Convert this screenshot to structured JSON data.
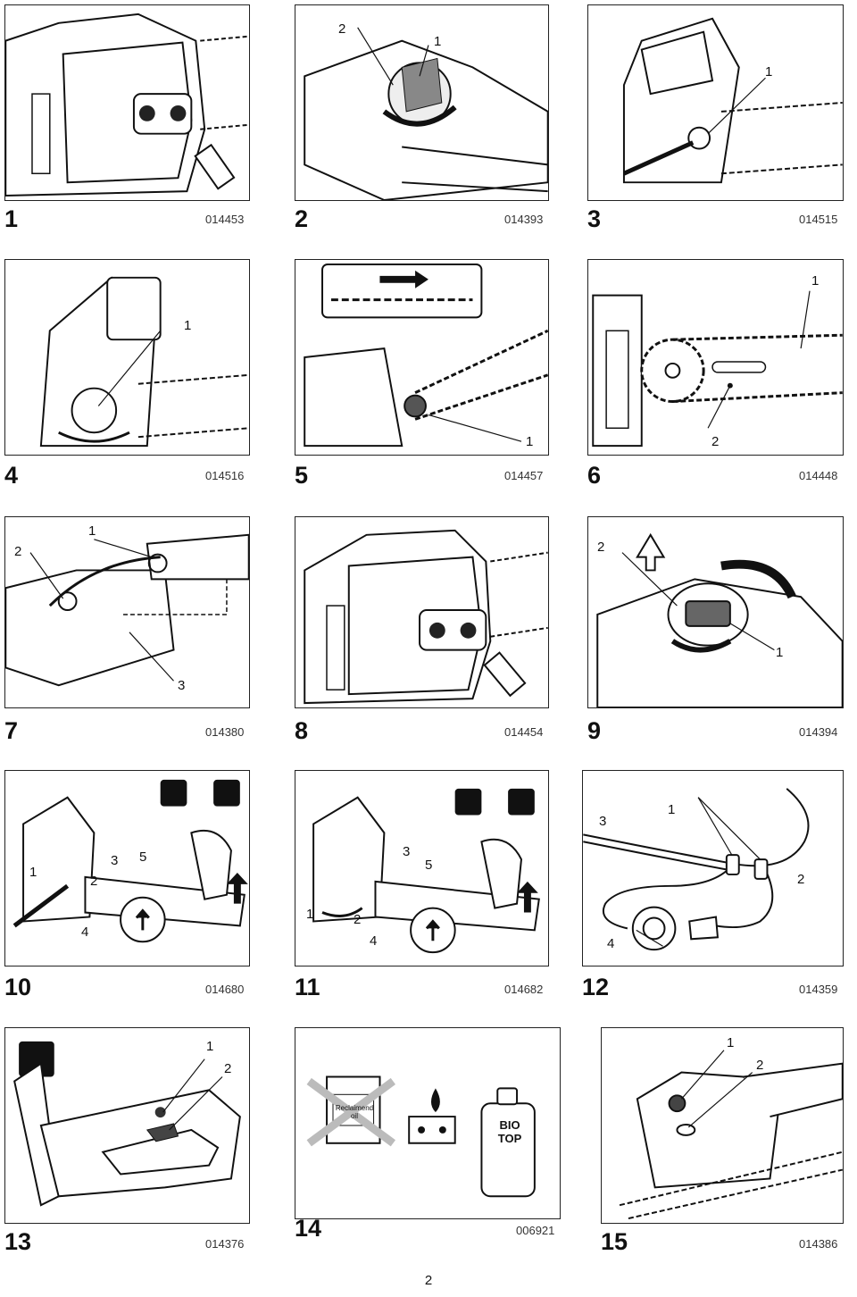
{
  "page_number": "2",
  "figures": [
    {
      "number": "1",
      "code": "014453",
      "callouts": []
    },
    {
      "number": "2",
      "code": "014393",
      "callouts": [
        "2",
        "1"
      ]
    },
    {
      "number": "3",
      "code": "014515",
      "callouts": [
        "1"
      ]
    },
    {
      "number": "4",
      "code": "014516",
      "callouts": [
        "1"
      ]
    },
    {
      "number": "5",
      "code": "014457",
      "callouts": [
        "1"
      ]
    },
    {
      "number": "6",
      "code": "014448",
      "callouts": [
        "1",
        "2"
      ]
    },
    {
      "number": "7",
      "code": "014380",
      "callouts": [
        "1",
        "2",
        "3"
      ]
    },
    {
      "number": "8",
      "code": "014454",
      "callouts": []
    },
    {
      "number": "9",
      "code": "014394",
      "callouts": [
        "2",
        "1"
      ]
    },
    {
      "number": "10",
      "code": "014680",
      "callouts": [
        "1",
        "3",
        "5",
        "2",
        "4"
      ]
    },
    {
      "number": "11",
      "code": "014682",
      "callouts": [
        "3",
        "5",
        "1",
        "2",
        "4"
      ]
    },
    {
      "number": "12",
      "code": "014359",
      "callouts": [
        "3",
        "1",
        "2",
        "4"
      ]
    },
    {
      "number": "13",
      "code": "014376",
      "callouts": [
        "1",
        "2"
      ]
    },
    {
      "number": "14",
      "code": "006921",
      "callouts": [],
      "oil_label": "Reclaimend oil",
      "bottle_label_1": "BIO",
      "bottle_label_2": "TOP"
    },
    {
      "number": "15",
      "code": "014386",
      "callouts": [
        "1",
        "2"
      ]
    }
  ]
}
